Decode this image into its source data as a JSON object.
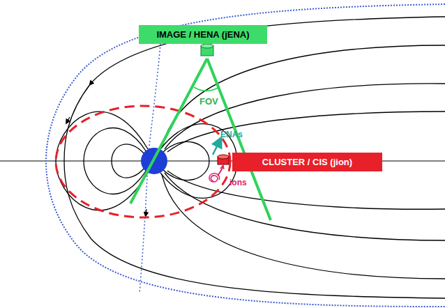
{
  "diagram": {
    "nodes": [
      {
        "text": [
          "IMAGE / HENA (jENA)"
        ]
      },
      {
        "text": [
          "CLUSTER / CIS (jion)"
        ]
      }
    ],
    "labels": [
      "FOV",
      "ENAs",
      "ions"
    ]
  }
}
